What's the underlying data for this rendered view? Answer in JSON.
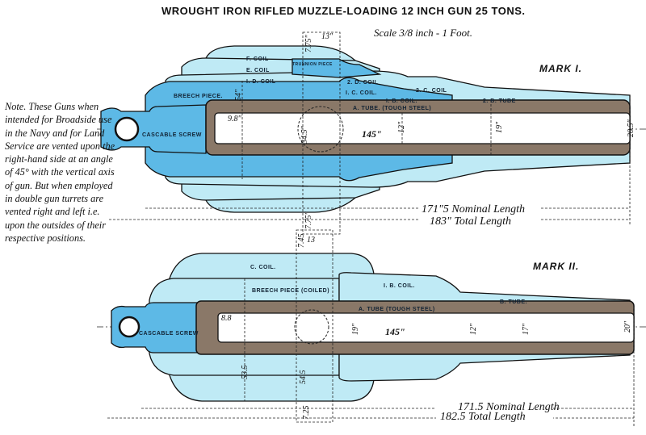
{
  "title": "WROUGHT IRON RIFLED MUZZLE-LOADING 12 INCH GUN 25 TONS.",
  "scale": "Scale 3/8 inch - 1 Foot.",
  "note": "Note. These Guns when intended for Broadside use in the Navy and for Land Service are vented upon the right-hand side at an angle of 45° with the vertical axis of gun. But when employed in double gun turrets are vented right and left i.e. upon the outsides of their respective positions.",
  "mark1": {
    "label": "MARK I.",
    "parts": {
      "f_coil": "F. COIL",
      "e_coil": "E. COIL",
      "d1_coil": "I. D. COIL",
      "trunnion": "TRUNNION PIECE",
      "d2_coil": "2. D. COIL",
      "c1_coil": "I. C. COIL.",
      "c2_coil": "2. C. COIL",
      "b1_coil": "I. B. COIL.",
      "b2_tube": "2. B. TUBE",
      "a_tube": "A. TUBE. (TOUGH STEEL)",
      "breech": "BREECH PIECE.",
      "cascable": "CASCABLE SCREW"
    },
    "dims": {
      "trunnion_width": "13\"",
      "trunnion_height": "7.75\"",
      "trunnion_height_lower": "7.75\"",
      "breech_dia": "54\"",
      "trunnion_dia": "34.5\"",
      "chamber": "9.8\"",
      "bore_length": "145\"",
      "bore": "12\"",
      "chase": "19\"",
      "muzzle": "20.5\""
    },
    "nominal_length": "171\"5 Nominal Length",
    "total_length": "183\" Total Length"
  },
  "mark2": {
    "label": "MARK II.",
    "parts": {
      "c_coil": "C. COIL.",
      "breech": "BREECH PIECE (COILED)",
      "b1_coil": "I. B. COIL.",
      "b_tube": "B. TUBE.",
      "a_tube": "A. TUBE (TOUGH STEEL)",
      "cascable": "CASCABLE SCREW"
    },
    "dims": {
      "trunnion_width": "13",
      "trunnion_height": "7.45",
      "trunnion_height_lower": "7.25",
      "breech_dia": "53.5",
      "trunnion_dia": "54.5",
      "chamber": "8.8",
      "tube_dia": "19\"",
      "bore_length": "145\"",
      "bore": "12\"",
      "chase": "17\"",
      "muzzle": "20\""
    },
    "nominal_length": "171.5 Nominal Length",
    "total_length": "182.5 Total Length"
  }
}
